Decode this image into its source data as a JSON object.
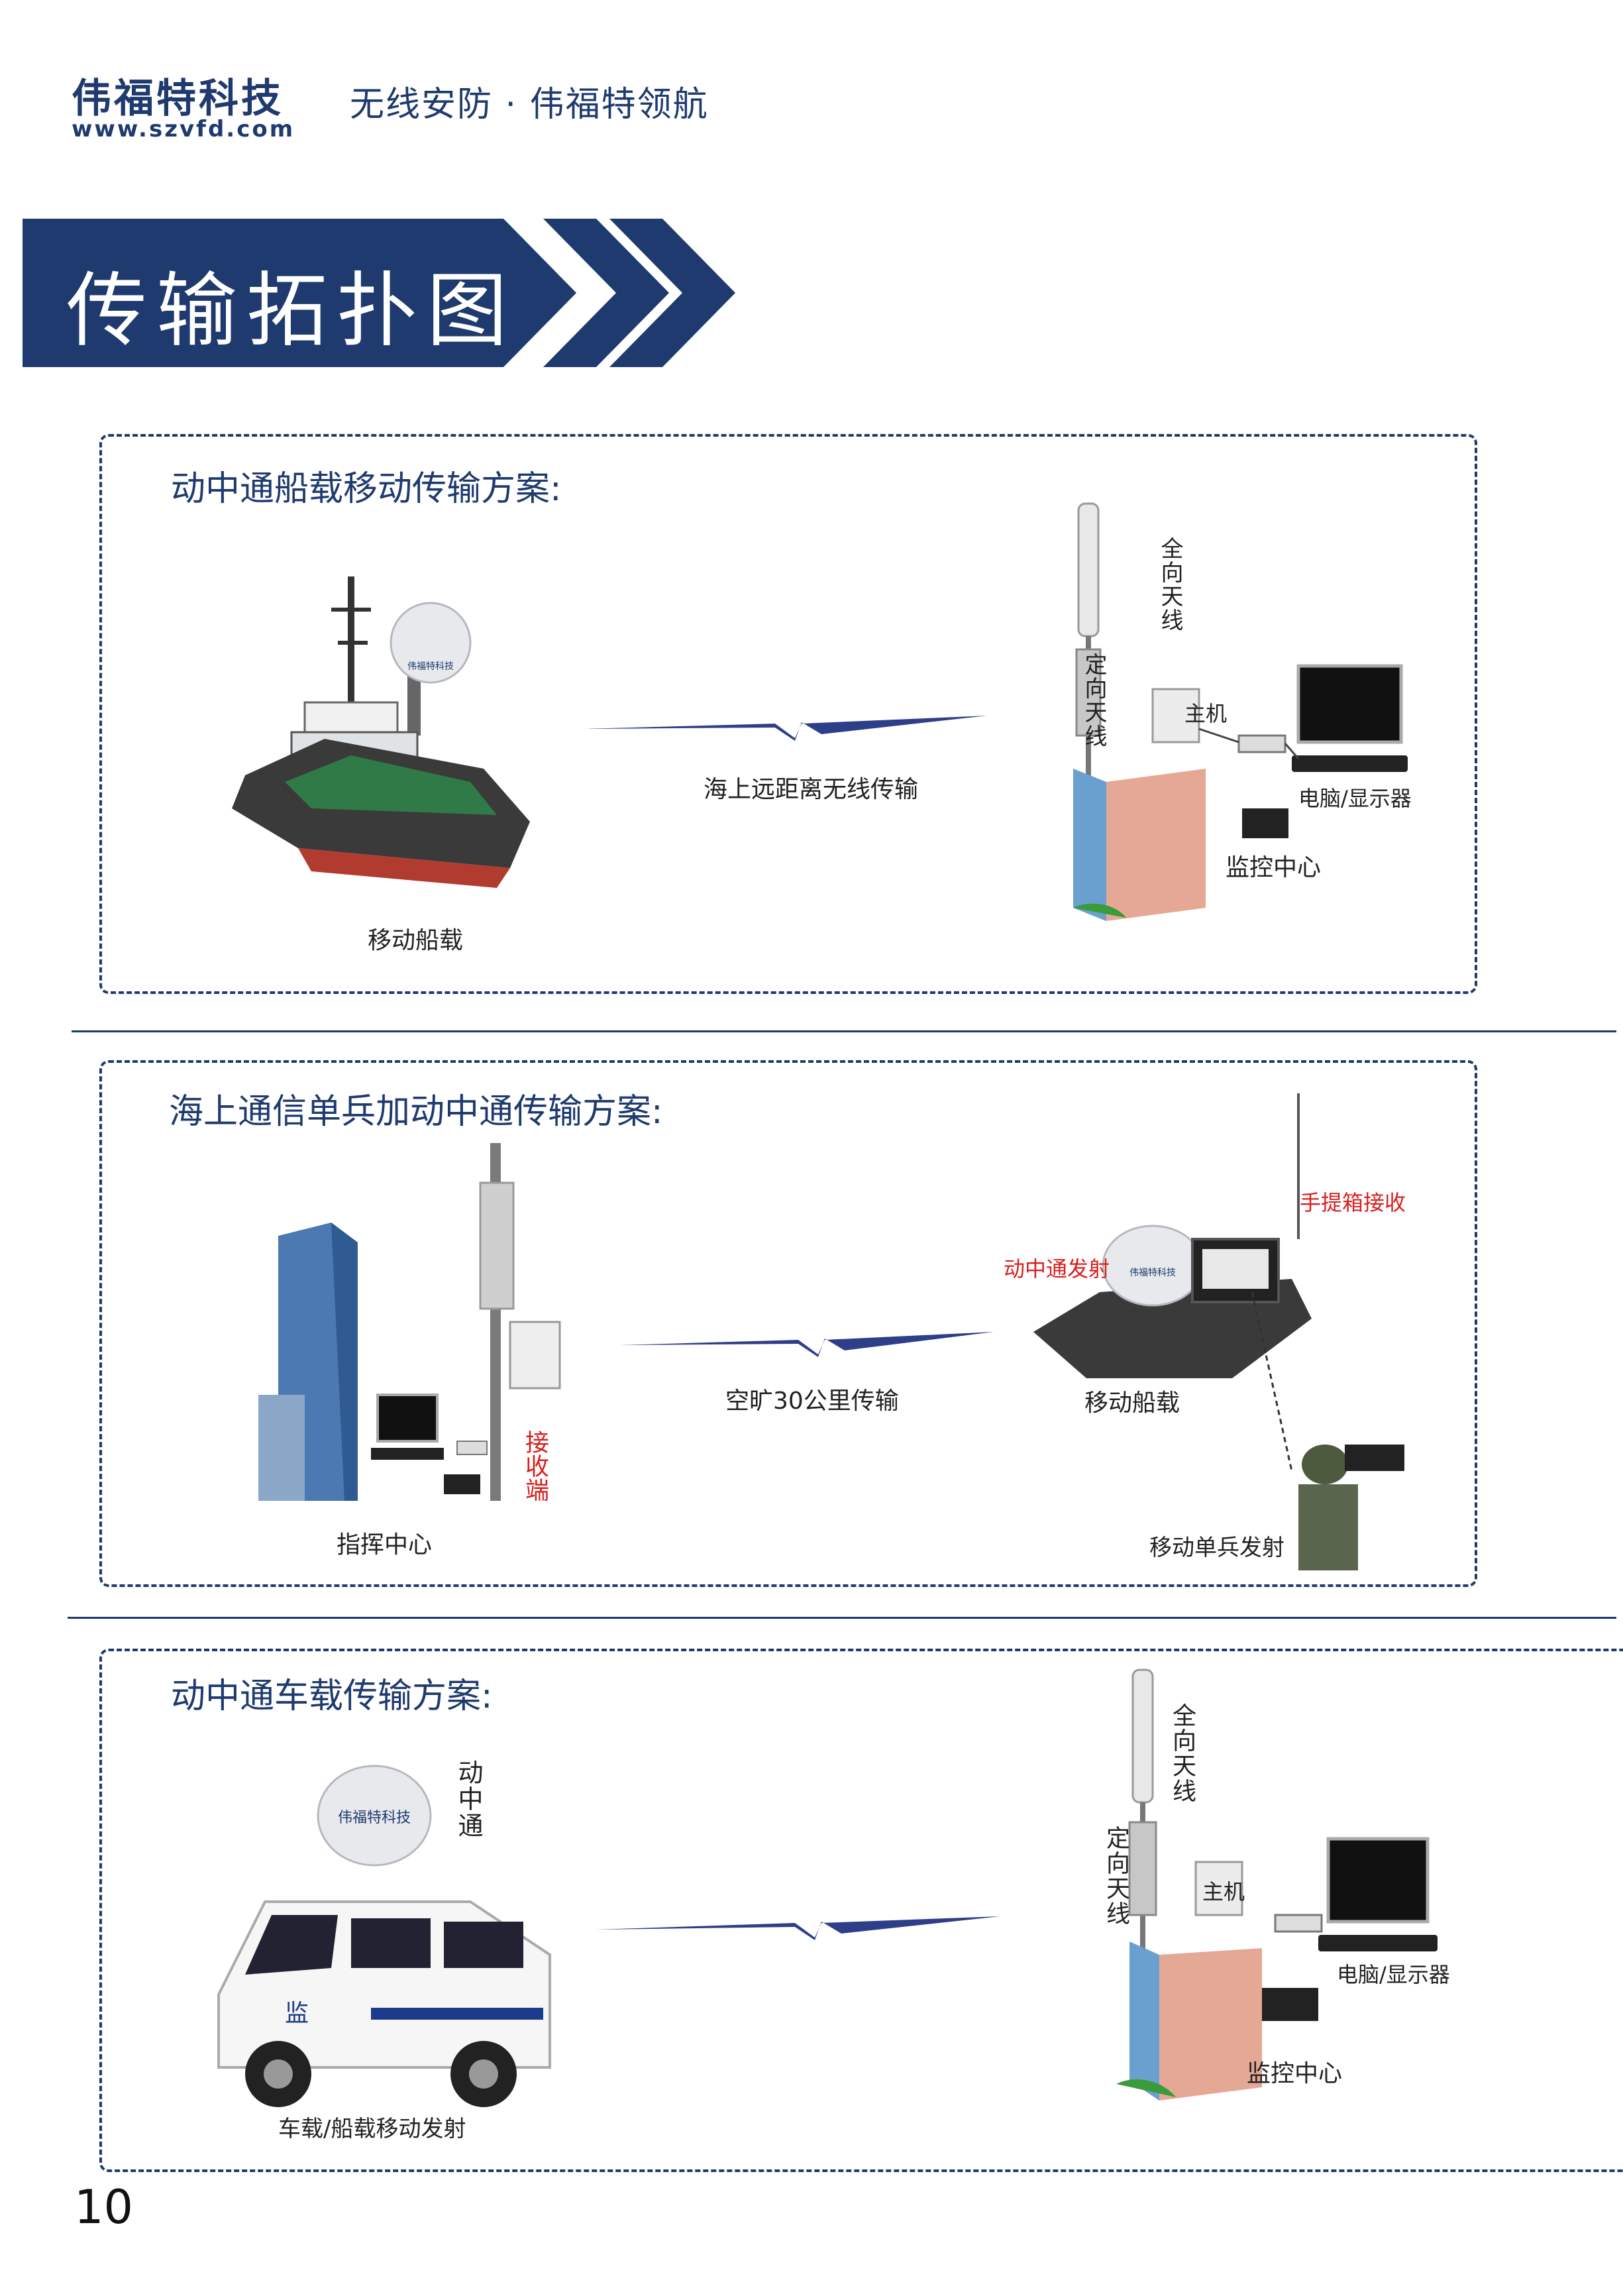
{
  "header": {
    "brand_cn": "伟福特科技",
    "brand_url": "www.szvfd.com",
    "slogan": "无线安防 · 伟福特领航"
  },
  "banner": {
    "title": "传输拓扑图",
    "color": "#1e3a6e"
  },
  "sections": [
    {
      "title": "动中通船载移动传输方案:",
      "left_label": "移动船载",
      "link_label": "海上远距离无线传输",
      "omni_antenna": "全向天线",
      "dir_antenna": "定向天线",
      "host": "主机",
      "pc": "电脑/显示器",
      "center": "监控中心",
      "dome_brand": "伟福特科技"
    },
    {
      "title": "海上通信单兵加动中通传输方案:",
      "left_label": "指挥中心",
      "receiver": "接收端",
      "link_label": "空旷30公里传输",
      "boat_label": "移动船载",
      "transmit_label": "动中通发射",
      "case_label": "手提箱接收",
      "soldier_label": "移动单兵发射",
      "dome_brand": "伟福特科技"
    },
    {
      "title": "动中通车载传输方案:",
      "vehicle_label": "车载/船载移动发射",
      "dome_label": "动中通",
      "dome_brand": "伟福特科技",
      "van_text": "监",
      "omni_antenna": "全向天线",
      "dir_antenna": "定向天线",
      "host": "主机",
      "pc": "电脑/显示器",
      "center": "监控中心"
    }
  ],
  "page_number": "10"
}
